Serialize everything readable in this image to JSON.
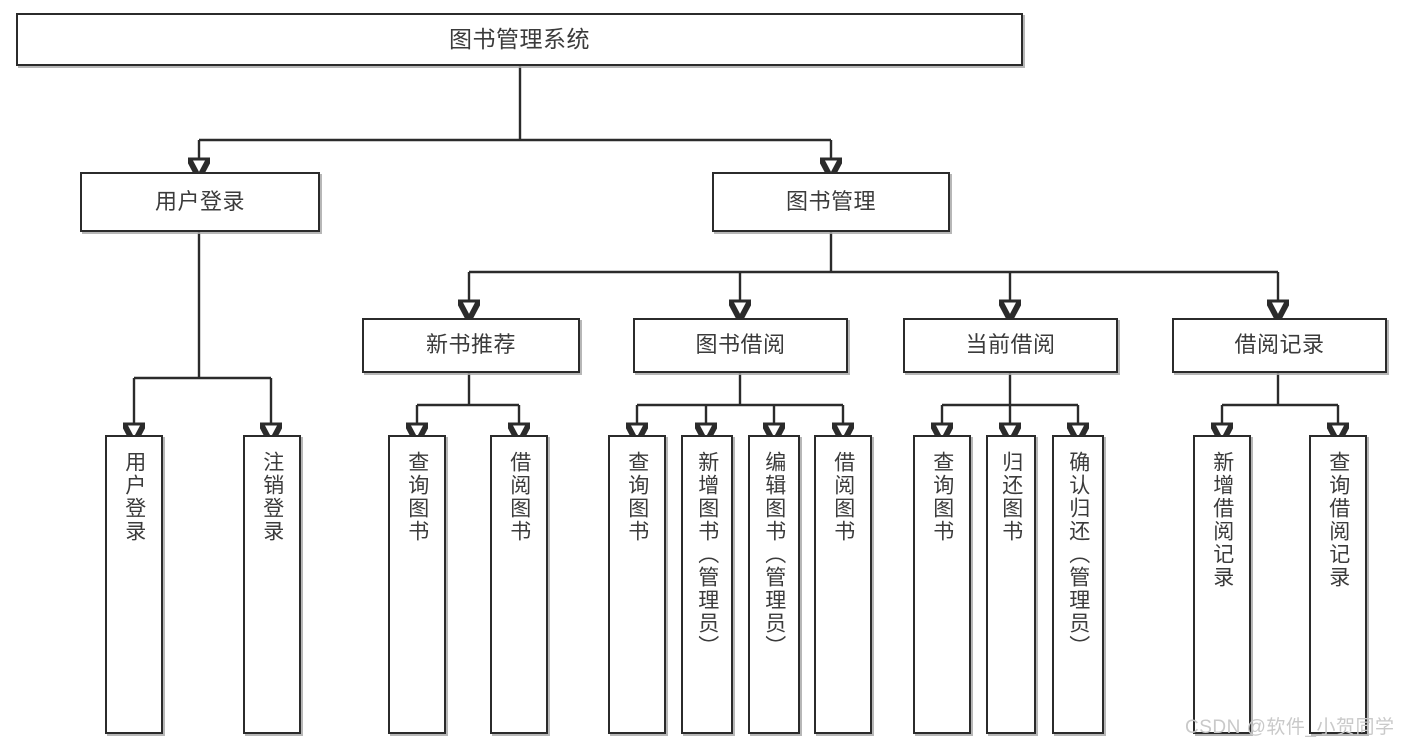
{
  "diagram": {
    "title": "图书管理系统",
    "type": "tree-hierarchy-diagram",
    "root": {
      "label": "图书管理系统"
    },
    "level1": [
      {
        "label": "用户登录"
      },
      {
        "label": "图书管理"
      }
    ],
    "level2": [
      {
        "label": "新书推荐"
      },
      {
        "label": "图书借阅"
      },
      {
        "label": "当前借阅"
      },
      {
        "label": "借阅记录"
      }
    ],
    "leaves": {
      "user_login": [
        {
          "label": "用户登录"
        },
        {
          "label": "注销登录"
        }
      ],
      "new_book_recommend": [
        {
          "label": "查询图书"
        },
        {
          "label": "借阅图书"
        }
      ],
      "book_borrow": [
        {
          "label": "查询图书"
        },
        {
          "label": "新增图书（管理员）"
        },
        {
          "label": "编辑图书（管理员）"
        },
        {
          "label": "借阅图书"
        }
      ],
      "current_borrow": [
        {
          "label": "查询图书"
        },
        {
          "label": "归还图书"
        },
        {
          "label": "确认归还（管理员）"
        }
      ],
      "borrow_record": [
        {
          "label": "新增借阅记录"
        },
        {
          "label": "查询借阅记录"
        }
      ]
    }
  },
  "watermark": {
    "text": "CSDN @软件_小贺同学"
  },
  "colors": {
    "border": "#2b2b2b",
    "text": "#3b3b3b",
    "background": "#ffffff",
    "shadow": "#aaaaaa",
    "watermark": "#c9c9c9"
  }
}
